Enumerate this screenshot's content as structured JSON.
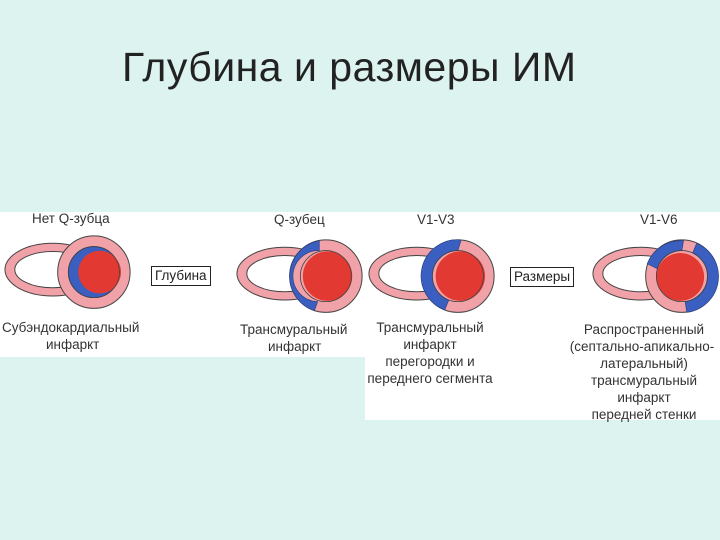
{
  "slide": {
    "title": "Глубина и размеры ИМ"
  },
  "colors": {
    "background": "#ddf3f0",
    "ring": "#f1a2a8",
    "lesion": "#3a5fc0",
    "core": "#e23a32"
  },
  "diagrams": [
    {
      "id": "subendo",
      "top_label": "Нет Q-зубца",
      "caption": [
        "Субэндокардиальный",
        "инфаркт"
      ]
    },
    {
      "id": "transmural",
      "top_label": "Q-зубец",
      "caption": [
        "Трансмуральный",
        "инфаркт"
      ]
    },
    {
      "id": "septal",
      "top_label": "V1-V3",
      "caption": [
        "Трансмуральный",
        "инфаркт",
        "перегородки и",
        "переднего сегмента"
      ]
    },
    {
      "id": "extensive",
      "top_label": "V1-V6",
      "caption": [
        "Распространенный",
        "(септально-апикально-",
        "латеральный)",
        "трансмуральный",
        "инфаркт",
        "передней стенки"
      ]
    }
  ],
  "boxes": {
    "depth": "Глубина",
    "size": "Размеры"
  }
}
